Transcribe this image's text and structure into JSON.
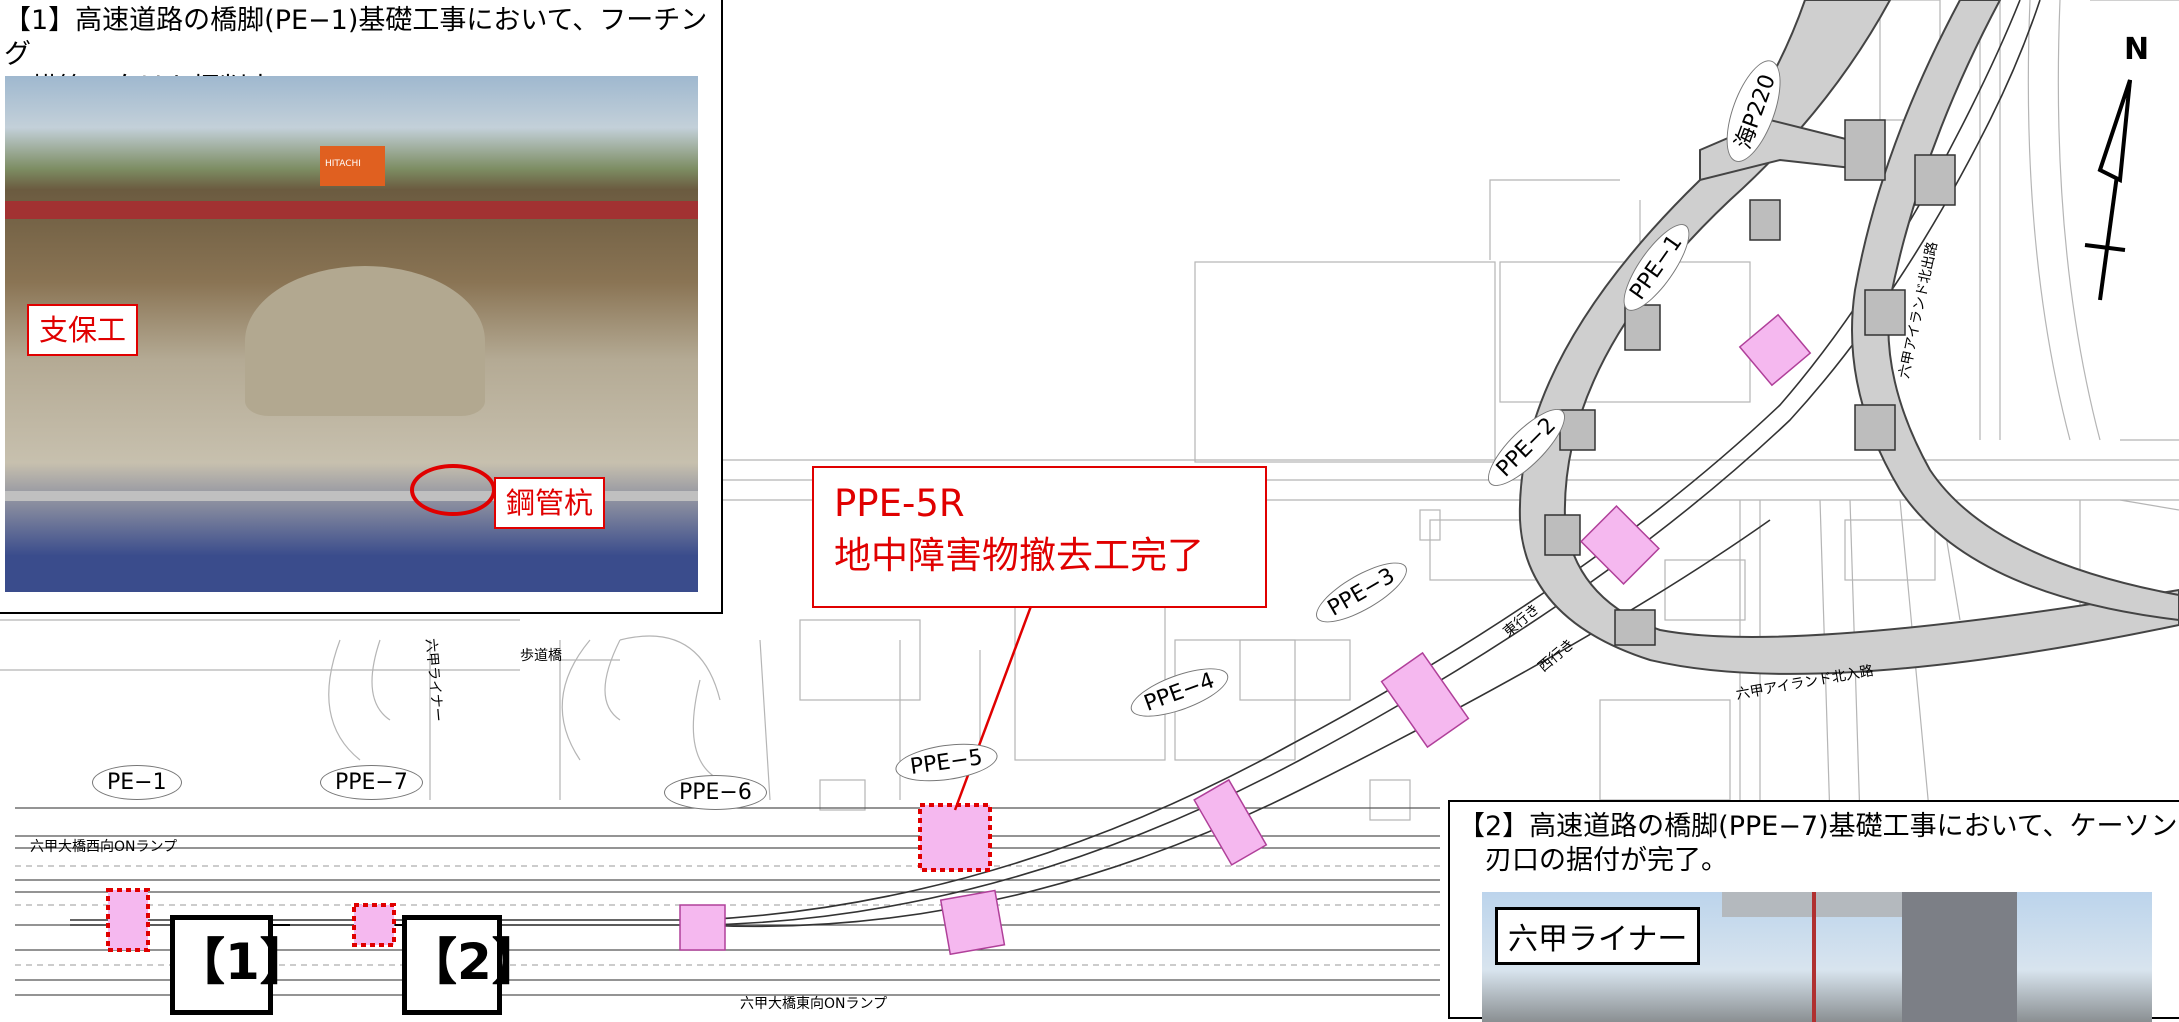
{
  "photo1": {
    "caption": "【1】高速道路の橋脚(PE−1)基礎工事において、フーチング\n　構築に向けた掘削中。",
    "callout_support": "支保工",
    "callout_pile": "鋼管杭",
    "machine_text": "HITACHI"
  },
  "photo2": {
    "caption": "【2】高速道路の橋脚(PPE−7)基礎工事において、ケーソン\n　刃口の据付が完了。",
    "callout_liner": "六甲ライナー"
  },
  "main_callout": {
    "line1": "PPE-5R",
    "line2": "地中障害物撤去工完了"
  },
  "markers": {
    "m1": "【1】",
    "m2": "【2】"
  },
  "piers": {
    "pe1": "PE−1",
    "ppe7": "PPE−7",
    "ppe6": "PPE−6",
    "ppe5": "PPE−5",
    "ppe4": "PPE−4",
    "ppe3": "PPE−3",
    "ppe2": "PPE−2",
    "ppe1": "PPE−1",
    "umi_p220": "海P220"
  },
  "roads": {
    "west_on_ramp": "六甲大橋西向ONランプ",
    "east_on_ramp": "六甲大橋東向ONランプ",
    "island_north_entry": "六甲アイランド北入路",
    "island_north_exit": "六甲アイランド北出路",
    "eastbound": "東行き",
    "westbound": "西行き",
    "pedestrian_bridge": "歩道橋",
    "rokko_liner_track": "六甲ライナー"
  },
  "north_label": "N",
  "colors": {
    "callout_red": "#e00000",
    "pier_pink": "#f5b8ef",
    "structure_gray": "#c8c8c8"
  }
}
